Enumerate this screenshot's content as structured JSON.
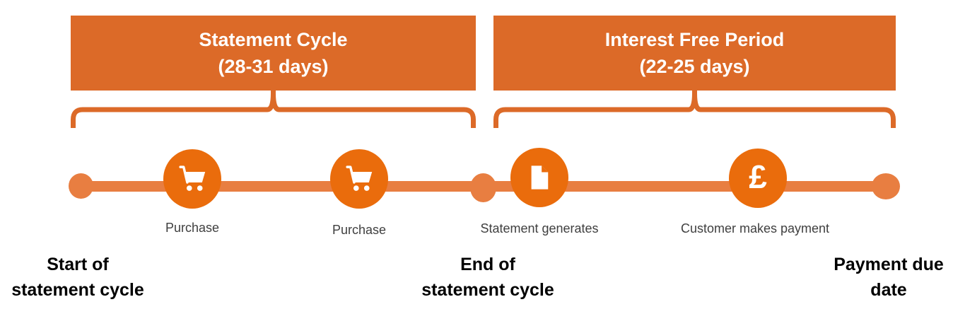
{
  "phases": [
    {
      "title": "Statement Cycle",
      "subtitle": "(28-31 days)"
    },
    {
      "title": "Interest Free Period",
      "subtitle": "(22-25 days)"
    }
  ],
  "events": [
    {
      "label": "Purchase",
      "icon": "shopping-cart-icon"
    },
    {
      "label": "Purchase",
      "icon": "shopping-cart-icon"
    },
    {
      "label": "Statement generates",
      "icon": "document-icon"
    },
    {
      "label": "Customer makes payment",
      "icon": "pound-sterling-icon",
      "symbol": "£"
    }
  ],
  "milestones": [
    {
      "line1": "Start of",
      "line2": "statement cycle"
    },
    {
      "line1": "End of",
      "line2": "statement cycle"
    },
    {
      "line1": "Payment due",
      "line2": "date"
    }
  ],
  "colors": {
    "phase_box": "#DC6A28",
    "brace": "#DC6A28",
    "timeline": "#E87E41",
    "node": "#EA6C0C",
    "event_label": "#3F3F3F",
    "milestone_label": "#000000",
    "box_text": "#FFFFFF"
  }
}
